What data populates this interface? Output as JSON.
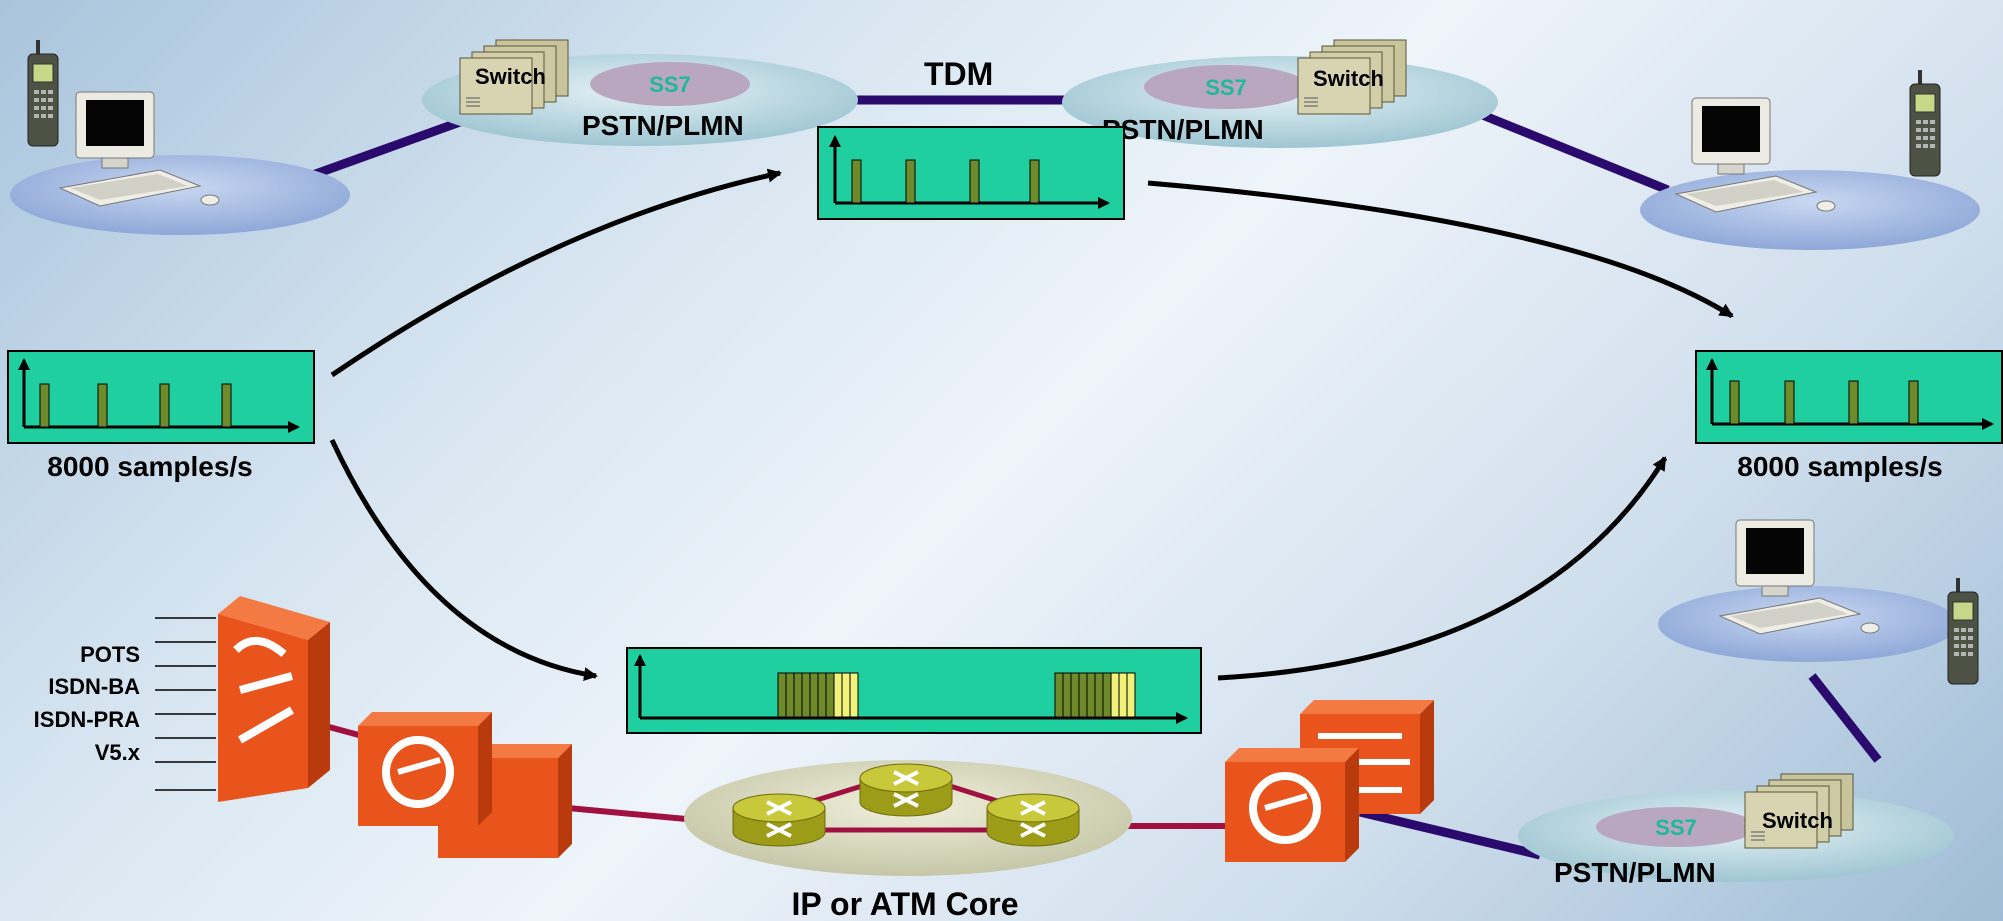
{
  "labels": {
    "tdm": "TDM",
    "pstn_top_left": "PSTN/PLMN",
    "pstn_top_right": "PSTN/PLMN",
    "pstn_bottom_right": "PSTN/PLMN",
    "switch": "Switch",
    "ss7": "SS7",
    "samples_left": "8000 samples/s",
    "samples_right": "8000 samples/s",
    "core": "IP or ATM Core",
    "access": [
      "POTS",
      "ISDN-BA",
      "ISDN-PRA",
      "V5.x"
    ]
  },
  "colors": {
    "box_fill": "#1fcf9f",
    "pulse_fill": "#6f8a2a",
    "packet_yellow": "#f1f27a",
    "link_purple": "#2b0a6e",
    "link_red": "#a01040",
    "device_orange": "#e8541c",
    "router_olive": "#b0b020"
  },
  "icons": [
    "switch-icon",
    "mobile-phone-icon",
    "computer-icon",
    "gateway-icon",
    "router-icon"
  ]
}
